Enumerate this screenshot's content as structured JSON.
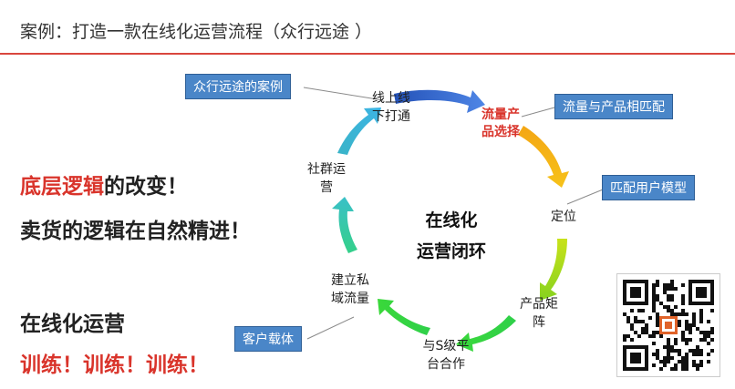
{
  "title": "案例：打造一款在线化运营流程（众行远途 ）",
  "left_text": {
    "line1_red": "底层逻辑",
    "line1_rest": "的改变！",
    "line2": "卖货的逻辑在自然精进！",
    "line3": "在线化运营",
    "line4": "训练！训练！训练！"
  },
  "center": {
    "line1": "在线化",
    "line2": "运营闭环"
  },
  "stages": {
    "online_offline": [
      "线上线",
      "下打通"
    ],
    "traffic_product": [
      "流量产",
      "品选择"
    ],
    "positioning": "定位",
    "product_matrix": [
      "产品矩",
      "阵"
    ],
    "platform": [
      "与S级平",
      "台合作"
    ],
    "private_traffic": [
      "建立私",
      "域流量"
    ],
    "community": [
      "社群运",
      "营"
    ]
  },
  "callouts": {
    "case": "众行远途的案例",
    "match_product": "流量与产品相匹配",
    "match_user": "匹配用户模型",
    "carrier": "客户载体"
  },
  "colors": {
    "accent_red": "#d9342b",
    "callout_blue": "#4a86c8",
    "arrow_blue": "#3b6fd1",
    "arrow_orange": "#f2a814",
    "arrow_yellow": "#f2cc18",
    "arrow_lime": "#a8d820",
    "arrow_green": "#3fd63a",
    "arrow_teal": "#36c3b6",
    "arrow_cyan": "#3ab8dc"
  },
  "icons": {
    "qr": "qr-code-icon",
    "qr_logo": "qr-logo-icon"
  }
}
